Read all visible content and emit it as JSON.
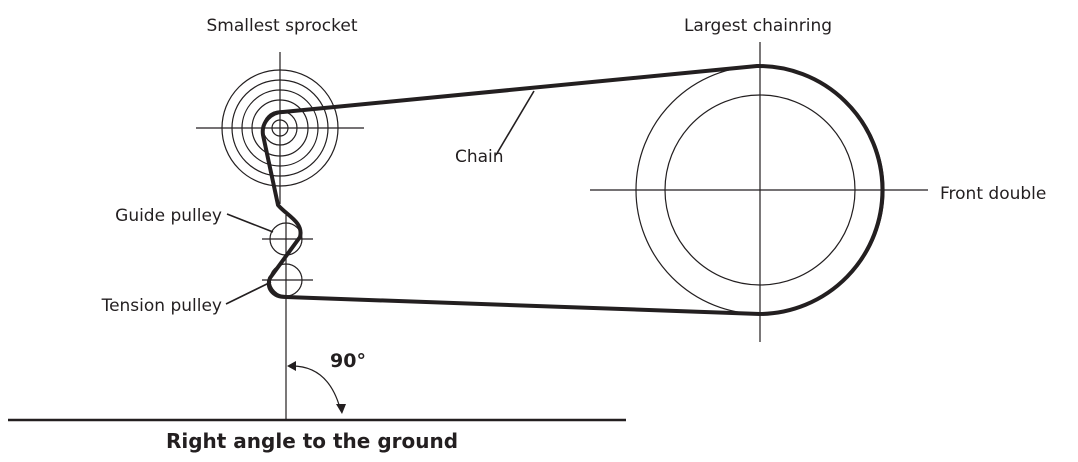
{
  "labels": {
    "smallest_sprocket": "Smallest sprocket",
    "largest_chainring": "Largest chainring",
    "chain": "Chain",
    "front_double": "Front double",
    "guide_pulley": "Guide pulley",
    "tension_pulley": "Tension pulley",
    "angle": "90°",
    "ground_caption": "Right angle to the ground"
  },
  "colors": {
    "line": "#231f20",
    "background": "#ffffff"
  }
}
